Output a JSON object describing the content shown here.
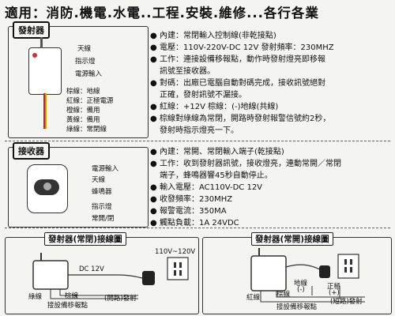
{
  "title": "適用：消防.機電.水電..工程.安裝.維修...各行各業",
  "transmitter": {
    "section_label": "發射器",
    "parts": [
      "天線",
      "指示燈",
      "電源輸入",
      "棕線：地線",
      "紅線：正極電源",
      "橙線：備用",
      "黃線：備用",
      "綠線：常閉線"
    ],
    "specs": [
      {
        "lines": [
          "內建：常閉輸入控制線(非乾接點)"
        ]
      },
      {
        "lines": [
          "電壓：110V-220V-DC 12V 發射頻率：230MHZ"
        ]
      },
      {
        "lines": [
          "工作：連接設備移報點，動作時發射燈亮即移報",
          "訊號至接收器。"
        ]
      },
      {
        "lines": [
          "對碼：出廠已電腦自動對碼完成，接收訊號絕對",
          "正確，發射訊號不漏接。"
        ]
      },
      {
        "lines": [
          "紅線：+12V 棕線：(-)地線(共線)"
        ]
      },
      {
        "lines": [
          "棕線對綠線為常閉，開路時發射報警信號約2秒，",
          "發射時指示燈亮一下。"
        ]
      }
    ]
  },
  "receiver": {
    "section_label": "接收器",
    "parts": [
      "電源輸入",
      "天線",
      "蜂鳴器",
      "指示燈",
      "常開/閉"
    ],
    "specs": [
      {
        "lines": [
          "內建：常開、常閉輸入端子(乾接點)"
        ]
      },
      {
        "lines": [
          "工作：收到發射器訊號，接收燈亮，連動常開／常閉",
          "端子，蜂鳴器響45秒自動停止。"
        ]
      },
      {
        "lines": [
          "輸入電壓：AC110V-DC 12V"
        ]
      },
      {
        "lines": [
          "收發頻率：230MHZ"
        ]
      },
      {
        "lines": [
          "報警電流：350MA"
        ]
      },
      {
        "lines": [
          "觸點負載：1A 24VDC"
        ]
      }
    ]
  },
  "diagram_left": {
    "title": "發射器(常閉)接線圖",
    "voltage": "110V~120V",
    "dc": "DC 12V",
    "green": "綠線",
    "brown": "棕線",
    "equip": "接設備移報點",
    "trigger": "(開路)發射"
  },
  "diagram_right": {
    "title": "發射器(常開)接線圖",
    "ground": "地線",
    "ground_sign": "(-)",
    "positive": "正極",
    "positive_sign": "(+)",
    "red": "紅線",
    "brown": "棕線",
    "equip": "接設備移報點",
    "trigger": "(短路)發射"
  }
}
